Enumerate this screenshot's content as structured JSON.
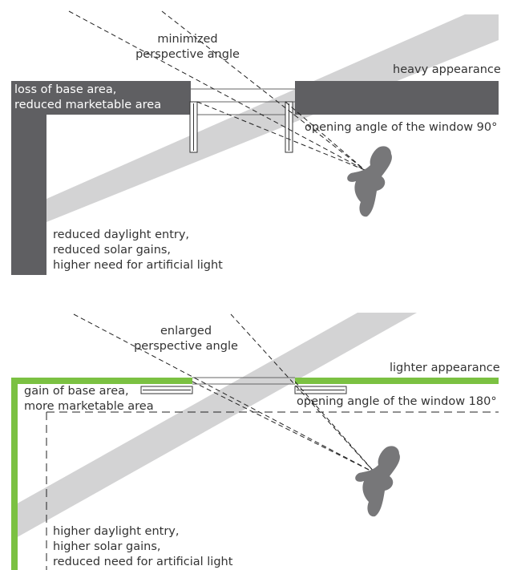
{
  "colors": {
    "wall_dark": "#5f5f62",
    "wall_green": "#7bc142",
    "light_beam": "#d3d3d4",
    "person": "#777779",
    "text": "#333333"
  },
  "top_diagram": {
    "perspective_label": [
      "minimized",
      "perspective angle"
    ],
    "appearance_label": "heavy appearance",
    "area_label": [
      "loss of base area,",
      "reduced marketable area"
    ],
    "window_label": "opening angle of the window 90°",
    "daylight_label": [
      "reduced daylight entry,",
      "reduced solar gains,",
      "higher need for artificial light"
    ]
  },
  "bottom_diagram": {
    "perspective_label": [
      "enlarged",
      "perspective angle"
    ],
    "appearance_label": "lighter appearance",
    "area_label": [
      "gain of base area,",
      "more marketable area"
    ],
    "window_label": "opening angle of the window 180°",
    "daylight_label": [
      "higher daylight entry,",
      "higher solar gains,",
      "reduced need for artificial light"
    ]
  }
}
